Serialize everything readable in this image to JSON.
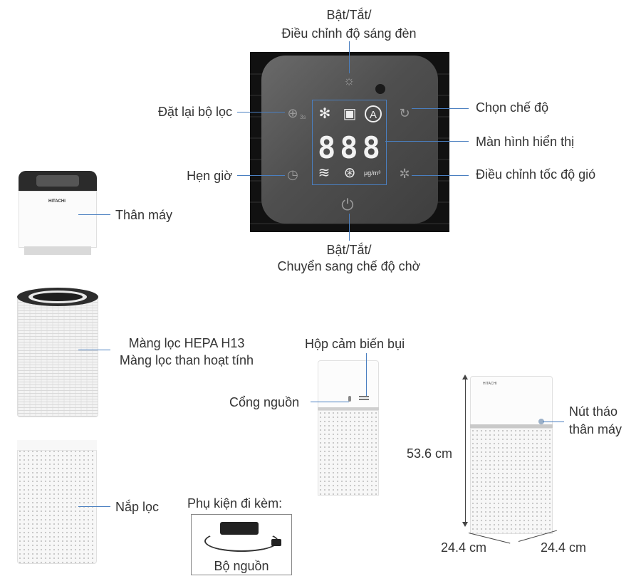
{
  "control_panel": {
    "labels": {
      "top_line1": "Bật/Tắt/",
      "top_line2": "Điều chỉnh độ sáng đèn",
      "reset_filter": "Đặt lại bộ lọc",
      "timer": "Hẹn giờ",
      "mode": "Chọn chế độ",
      "display": "Màn hình hiển thị",
      "fan_speed": "Điều chỉnh tốc độ gió",
      "power_line1": "Bật/Tắt/",
      "power_line2": "Chuyển sang chế độ chờ"
    },
    "display_digits": "888",
    "unit_text": "μg/m³",
    "filter_reset_suffix": "3s",
    "icons": [
      "light-icon",
      "sensor-dot-icon",
      "filter-reset-icon",
      "fan-icon",
      "filter-icon",
      "auto-mode-icon",
      "mode-cycle-icon",
      "timer-icon",
      "wifi-icon",
      "pm-icon",
      "fan-speed-icon",
      "power-icon"
    ]
  },
  "parts": {
    "body": "Thân máy",
    "brand": "HITACHI",
    "filter_line1": "Màng lọc HEPA H13",
    "filter_line2": "Màng lọc than hoạt tính",
    "cover": "Nắp lọc"
  },
  "accessories": {
    "title": "Phụ kiện đi kèm:",
    "power_supply": "Bộ nguồn"
  },
  "side_view": {
    "sensor_box": "Hộp cảm biến bụi",
    "power_port": "Cổng nguồn"
  },
  "dimensions": {
    "height": "53.6 cm",
    "width": "24.4 cm",
    "depth": "24.4 cm",
    "release_line1": "Nút tháo",
    "release_line2": "thân máy"
  },
  "colors": {
    "leader_line": "#4a7fc0",
    "panel_dark": "#4f4f4f",
    "frame": "#111111"
  }
}
